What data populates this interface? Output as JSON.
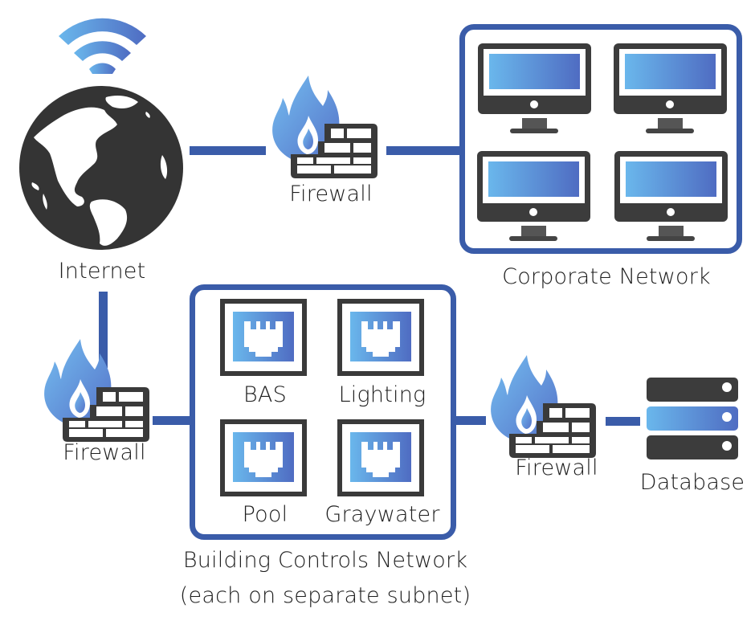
{
  "diagram": {
    "title": "Network segmentation diagram",
    "colors": {
      "connector": "#3a5ca9",
      "box_border": "#3a5ca9",
      "icon_dark": "#3a3a3a",
      "gradient_light": "#6ab4ea",
      "gradient_dark": "#4f6fc4"
    },
    "nodes": {
      "internet": {
        "label": "Internet",
        "icon": "globe-icon",
        "extra_icon": "wifi-icon"
      },
      "firewall_top": {
        "label": "Firewall",
        "icon": "firewall-icon"
      },
      "corporate": {
        "label": "Corporate Network",
        "devices": [
          "monitor",
          "monitor",
          "monitor",
          "monitor"
        ]
      },
      "firewall_left": {
        "label": "Firewall",
        "icon": "firewall-icon"
      },
      "building_controls": {
        "label_line1": "Building Controls Network",
        "label_line2": "(each on separate subnet)",
        "subnets": [
          {
            "label": "BAS",
            "icon": "ethernet-port-icon"
          },
          {
            "label": "Lighting",
            "icon": "ethernet-port-icon"
          },
          {
            "label": "Pool",
            "icon": "ethernet-port-icon"
          },
          {
            "label": "Graywater",
            "icon": "ethernet-port-icon"
          }
        ]
      },
      "firewall_right": {
        "label": "Firewall",
        "icon": "firewall-icon"
      },
      "database": {
        "label": "Database",
        "icon": "server-stack-icon"
      }
    },
    "edges": [
      {
        "from": "internet",
        "to": "firewall_top"
      },
      {
        "from": "firewall_top",
        "to": "corporate"
      },
      {
        "from": "internet",
        "to": "firewall_left"
      },
      {
        "from": "firewall_left",
        "to": "building_controls"
      },
      {
        "from": "building_controls",
        "to": "firewall_right"
      },
      {
        "from": "firewall_right",
        "to": "database"
      }
    ]
  }
}
